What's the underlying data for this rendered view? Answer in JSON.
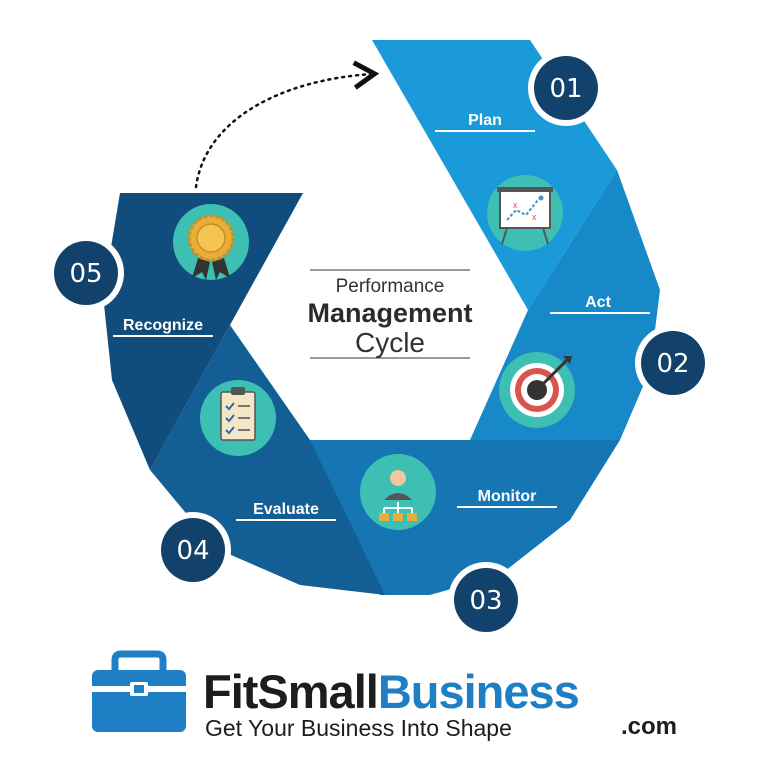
{
  "center_title": {
    "line1": "Performance",
    "line2": "Management",
    "line3": "Cycle"
  },
  "steps": [
    {
      "number": "01",
      "label": "Plan",
      "icon": "presentation-board-icon"
    },
    {
      "number": "02",
      "label": "Act",
      "icon": "target-dart-icon"
    },
    {
      "number": "03",
      "label": "Monitor",
      "icon": "org-chart-person-icon"
    },
    {
      "number": "04",
      "label": "Evaluate",
      "icon": "checklist-clipboard-icon"
    },
    {
      "number": "05",
      "label": "Recognize",
      "icon": "award-badge-icon"
    }
  ],
  "brand": {
    "name_part1": "FitSmall",
    "name_part2": "Business",
    "domain_suffix": ".com",
    "tagline": "Get Your Business Into Shape"
  },
  "colors": {
    "plan": "#1a9ad9",
    "act": "#1789c9",
    "monitor": "#1576b3",
    "evaluate": "#135f95",
    "recognize": "#104d7c",
    "icon_bg": "#3dbfb3",
    "brand_dark": "#1d1d1b",
    "brand_blue": "#1f7fc4"
  }
}
